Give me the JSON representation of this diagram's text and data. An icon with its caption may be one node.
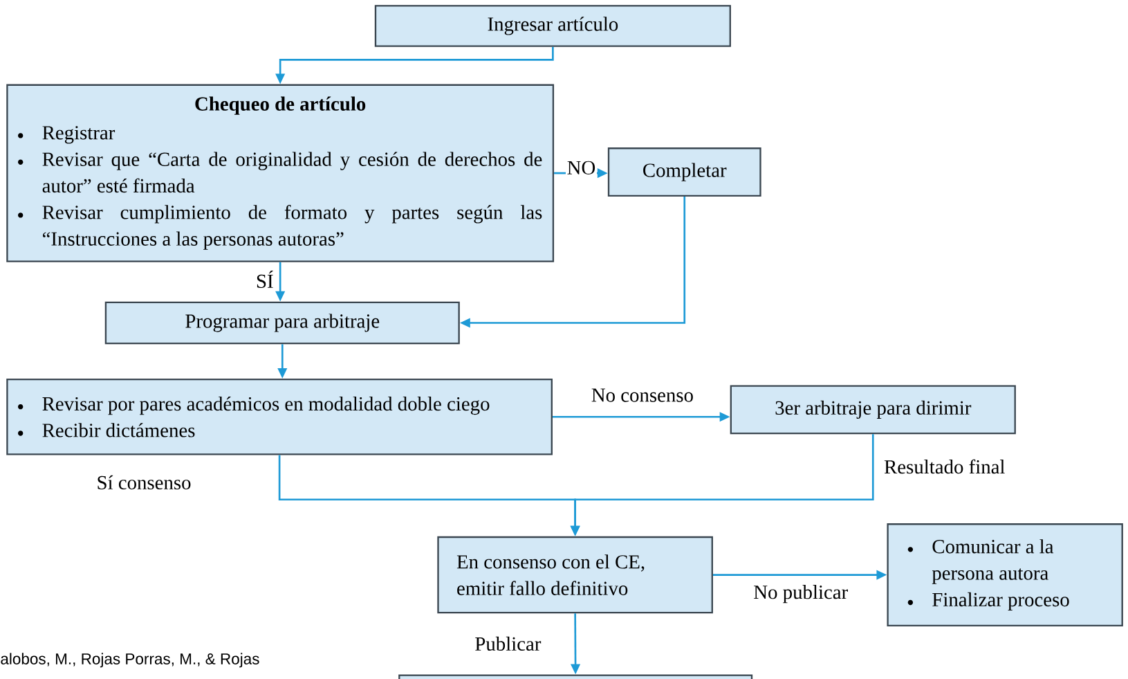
{
  "diagram": {
    "nodes": [
      {
        "text": [
          "Ingresar artículo"
        ]
      },
      {
        "text": [
          "Chequeo de artículo",
          "Registrar",
          "Revisar que “Carta de originalidad y cesión de derechos de autor” esté firmada",
          "Revisar cumplimiento de formato y partes según las “Instrucciones a las personas autoras”"
        ]
      },
      {
        "text": [
          "Completar"
        ]
      },
      {
        "text": [
          "Programar para arbitraje"
        ]
      },
      {
        "text": [
          "Revisar por pares académicos en modalidad doble ciego",
          "Recibir dictámenes"
        ]
      },
      {
        "text": [
          "3er arbitraje para dirimir"
        ]
      },
      {
        "text": [
          "En consenso con el CE, emitir fallo definitivo"
        ]
      },
      {
        "text": [
          "Comunicar a la persona autora",
          "Finalizar proceso"
        ]
      },
      {
        "text": [],
        "shape": "box"
      }
    ],
    "edges": [
      {
        "from": 0,
        "to": 1,
        "arrow": "to"
      },
      {
        "from": 1,
        "to": 2,
        "arrow": "to",
        "label": "NO"
      },
      {
        "from": 1,
        "to": 3,
        "arrow": "to",
        "label": "SÍ"
      },
      {
        "from": 2,
        "to": 3,
        "arrow": "to"
      },
      {
        "from": 3,
        "to": 4,
        "arrow": "to"
      },
      {
        "from": 4,
        "to": 5,
        "arrow": "to",
        "label": "No consenso"
      },
      {
        "from": 4,
        "to": 6,
        "arrow": "to",
        "label": "Sí consenso"
      },
      {
        "from": 5,
        "to": 6,
        "arrow": "to",
        "label": "Resultado final"
      },
      {
        "from": 6,
        "to": 7,
        "arrow": "to",
        "label": "No publicar"
      },
      {
        "from": 6,
        "to": 8,
        "arrow": "to",
        "label": "Publicar"
      }
    ],
    "labels": [
      "alobos, M., Rojas Porras, M., & Rojas"
    ]
  }
}
